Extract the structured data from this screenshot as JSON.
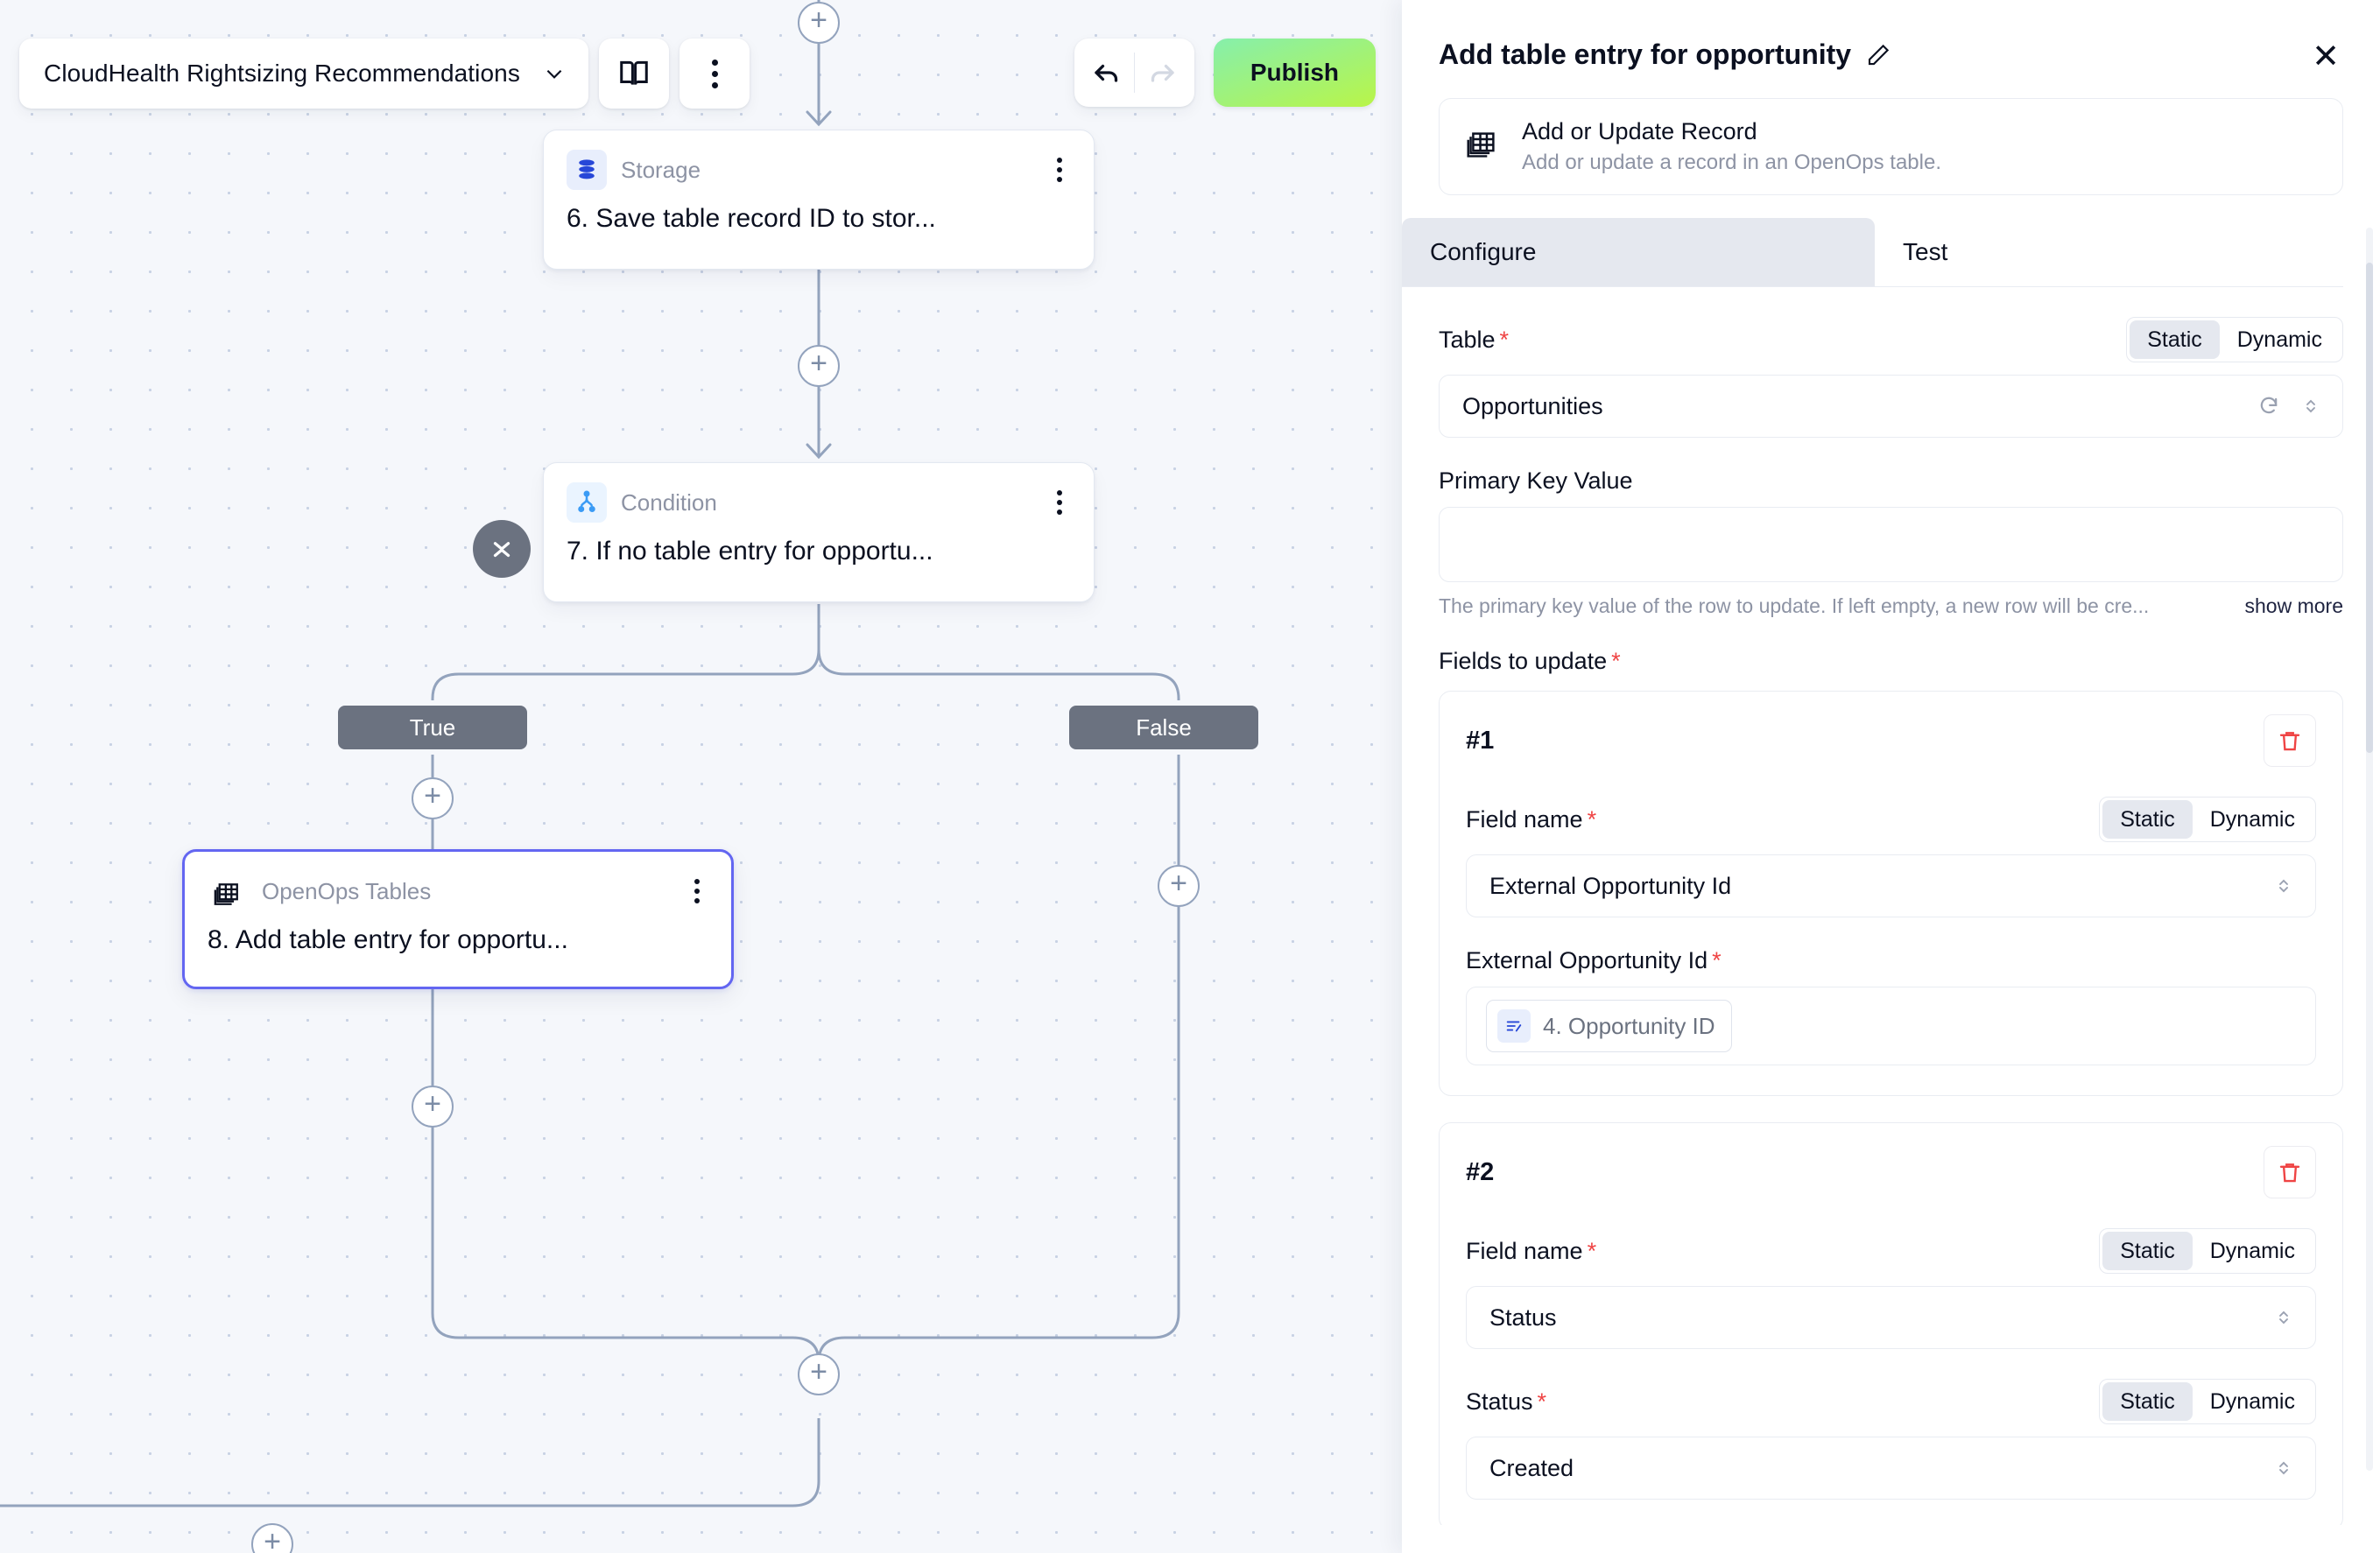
{
  "toolbar": {
    "flow_name": "CloudHealth Rightsizing Recommendations",
    "chevron_icon": "chevron-down-icon",
    "docs_icon": "book-icon",
    "more_icon": "kebab-menu-icon",
    "undo_icon": "undo-arrow-icon",
    "redo_icon": "redo-arrow-icon",
    "publish_label": "Publish"
  },
  "canvas": {
    "nodes": [
      {
        "kind": "Storage",
        "title": "6. Save table record ID to stor...",
        "icon": "database-icon",
        "selected": false
      },
      {
        "kind": "Condition",
        "title": "7. If no table entry for opportu...",
        "icon": "branch-icon",
        "selected": false
      },
      {
        "kind": "OpenOps Tables",
        "title": "8. Add table entry for opportu...",
        "icon": "stacked-table-icon",
        "selected": true
      }
    ],
    "branches": {
      "true_label": "True",
      "false_label": "False"
    },
    "add_button_label": "+",
    "collapse_icon": "collapse-chevrons-icon"
  },
  "panel": {
    "title": "Add table entry for opportunity",
    "edit_icon": "pencil-icon",
    "close_icon": "close-icon",
    "action_card": {
      "icon": "stacked-table-icon",
      "name": "Add or Update Record",
      "description": "Add or update a record in an OpenOps table."
    },
    "tabs": [
      {
        "label": "Configure",
        "active": true
      },
      {
        "label": "Test",
        "active": false
      }
    ],
    "table_field": {
      "label": "Table",
      "required": true,
      "mode_static": "Static",
      "mode_dynamic": "Dynamic",
      "selected_mode": "Static",
      "value": "Opportunities",
      "refresh_icon": "refresh-icon",
      "chevron_icon": "chevron-updown-icon"
    },
    "primary_key": {
      "label": "Primary Key Value",
      "value": "",
      "help": "The primary key value of the row to update. If left empty, a new row will be cre...",
      "show_more": "show more"
    },
    "fields_to_update": {
      "label": "Fields to update",
      "required": true,
      "groups": [
        {
          "number": "#1",
          "delete_icon": "trash-icon",
          "field_name_label": "Field name",
          "mode_static": "Static",
          "mode_dynamic": "Dynamic",
          "selected_mode": "Static",
          "field_name_value": "External Opportunity Id",
          "value_label": "External Opportunity Id",
          "value_chip": "4. Opportunity ID",
          "value_chip_icon": "variable-icon"
        },
        {
          "number": "#2",
          "delete_icon": "trash-icon",
          "field_name_label": "Field name",
          "mode_static": "Static",
          "mode_dynamic": "Dynamic",
          "selected_mode": "Static",
          "field_name_value": "Status",
          "value_label": "Status",
          "value_static": "Static",
          "value_dynamic": "Dynamic",
          "value_value": "Created"
        }
      ]
    }
  },
  "colors": {
    "accent_selected": "#6366f1",
    "publish_from": "#86efac",
    "publish_to": "#b9f548",
    "required": "#ef4444",
    "wire": "#93a3bd",
    "pill": "#6b7280"
  }
}
